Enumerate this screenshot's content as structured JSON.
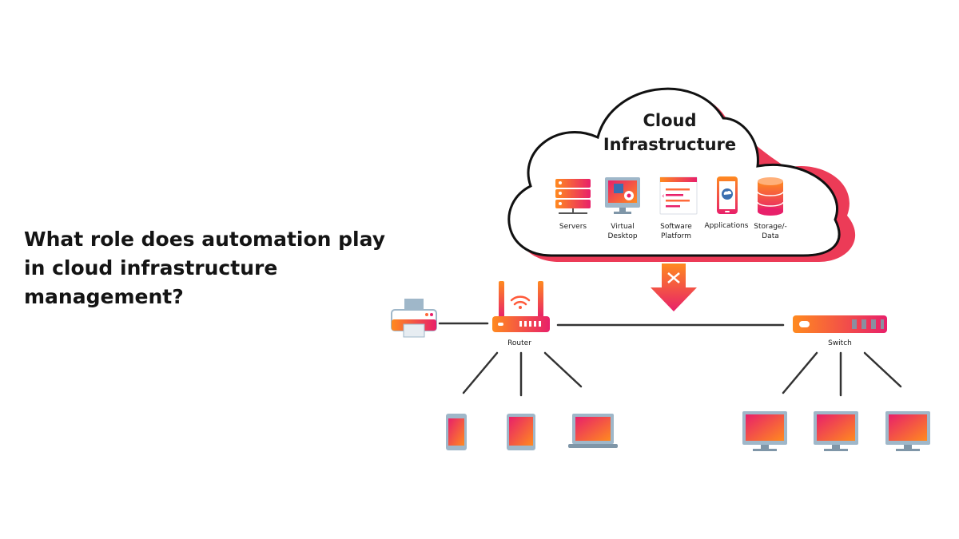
{
  "question": "What role does automation play in cloud infrastructure management?",
  "cloud": {
    "title_line1": "Cloud",
    "title_line2": "Infrastructure",
    "items": {
      "servers": "Servers",
      "virtual_desktop": [
        "Virtual",
        "Desktop"
      ],
      "software_platform": [
        "Software",
        "Platform"
      ],
      "applications": "Applications",
      "storage": [
        "Storage/-",
        "Data"
      ]
    }
  },
  "router_label": "Router",
  "switch_label": "Switch",
  "colors": {
    "gradient_start": "#ff8a1f",
    "gradient_end": "#e8206a",
    "cloud_back": "#ec3b57",
    "line": "#333333",
    "device_frame": "#9fb7c9",
    "device_frame_dark": "#7f96a8"
  }
}
